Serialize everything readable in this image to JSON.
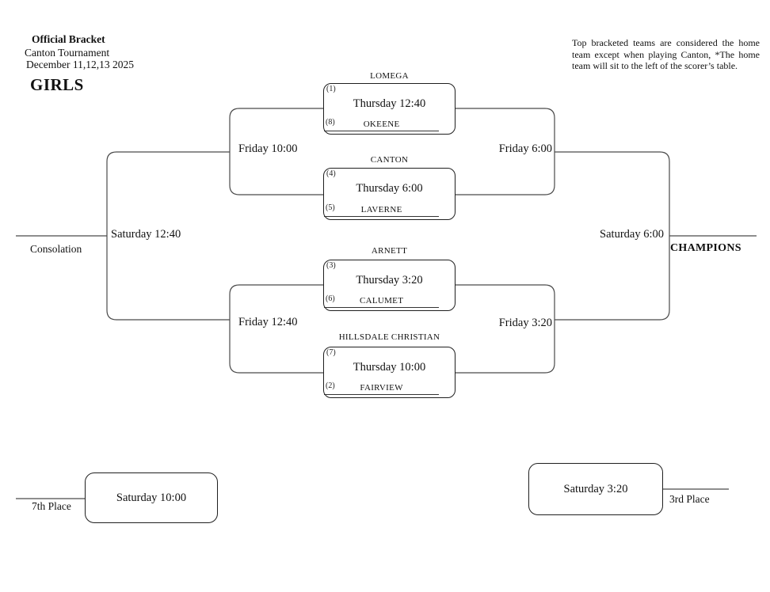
{
  "header": {
    "title": "Official Bracket",
    "subtitle": "Canton Tournament",
    "dates": "December 11,12,13 2025",
    "division": "GIRLS"
  },
  "note": "Top bracketed teams are considered the home team except when playing Canton, *The home team will sit to the left of the scorer’s table.",
  "games": [
    {
      "top_seed": "(1)",
      "top_team": "LOMEGA",
      "time": "Thursday 12:40",
      "bottom_seed": "(8)",
      "bottom_team": "OKEENE"
    },
    {
      "top_seed": "(4)",
      "top_team": "CANTON",
      "time": "Thursday 6:00",
      "bottom_seed": "(5)",
      "bottom_team": "LAVERNE"
    },
    {
      "top_seed": "(3)",
      "top_team": "ARNETT",
      "time": "Thursday 3:20",
      "bottom_seed": "(6)",
      "bottom_team": "CALUMET"
    },
    {
      "top_seed": "(7)",
      "top_team": "HILLSDALE CHRISTIAN",
      "time": "Thursday 10:00",
      "bottom_seed": "(2)",
      "bottom_team": "FAIRVIEW"
    }
  ],
  "rounds": {
    "consolation_semi_top": "Friday 10:00",
    "consolation_semi_bottom": "Friday 12:40",
    "winners_semi_top": "Friday 6:00",
    "winners_semi_bottom": "Friday 3:20",
    "consolation_final": "Saturday 12:40",
    "championship_final": "Saturday 6:00",
    "consolation_label": "Consolation",
    "champions_label": "CHAMPIONS"
  },
  "placement_games": {
    "seventh": {
      "time": "Saturday 10:00",
      "label": "7th Place"
    },
    "third": {
      "time": "Saturday 3:20",
      "label": "3rd Place"
    }
  },
  "colors": {
    "line": "#4a4a4a",
    "box_border": "#1f1f1f",
    "text": "#111111",
    "background": "#ffffff"
  }
}
